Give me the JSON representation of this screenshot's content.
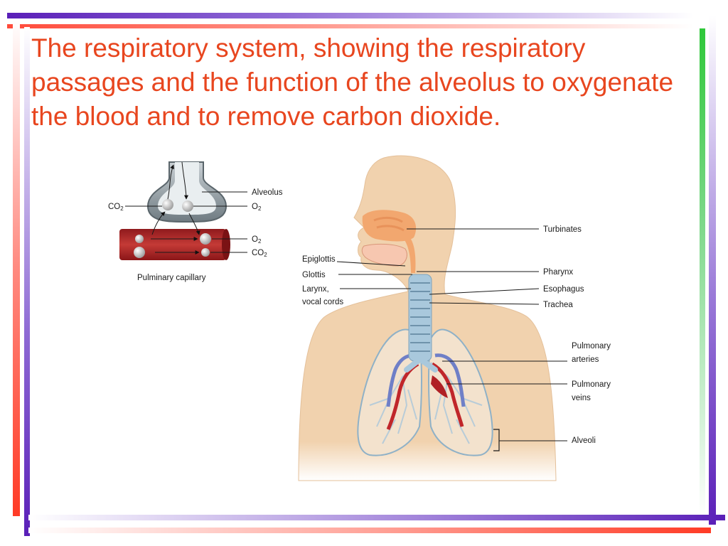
{
  "title": "The respiratory system, showing the respiratory passages and the function of the alveolus to oxygenate the blood and to remove carbon dioxide.",
  "colors": {
    "title": "#e8461f",
    "accent_purple": "#5a1fb8",
    "accent_red": "#ff3b26",
    "accent_green": "#2fc83a",
    "skin": "#f1d2ae",
    "artery": "#c0262a",
    "vein": "#6f7fc7",
    "trachea": "#a9c8dc"
  },
  "inset": {
    "alveolus": "Alveolus",
    "o2_alveolus": "O",
    "co2_alveolus": "CO",
    "o2_blood": "O",
    "co2_blood": "CO",
    "subscript": "2",
    "caption": "Pulminary capillary"
  },
  "labels": {
    "turbinates": "Turbinates",
    "epiglottis": "Epiglottis",
    "glottis": "Glottis",
    "larynx_1": "Larynx,",
    "larynx_2": "vocal cords",
    "pharynx": "Pharynx",
    "esophagus": "Esophagus",
    "trachea": "Trachea",
    "pulmonary_arteries_1": "Pulmonary",
    "pulmonary_arteries_2": "arteries",
    "pulmonary_veins_1": "Pulmonary",
    "pulmonary_veins_2": "veins",
    "alveoli": "Alveoli"
  }
}
